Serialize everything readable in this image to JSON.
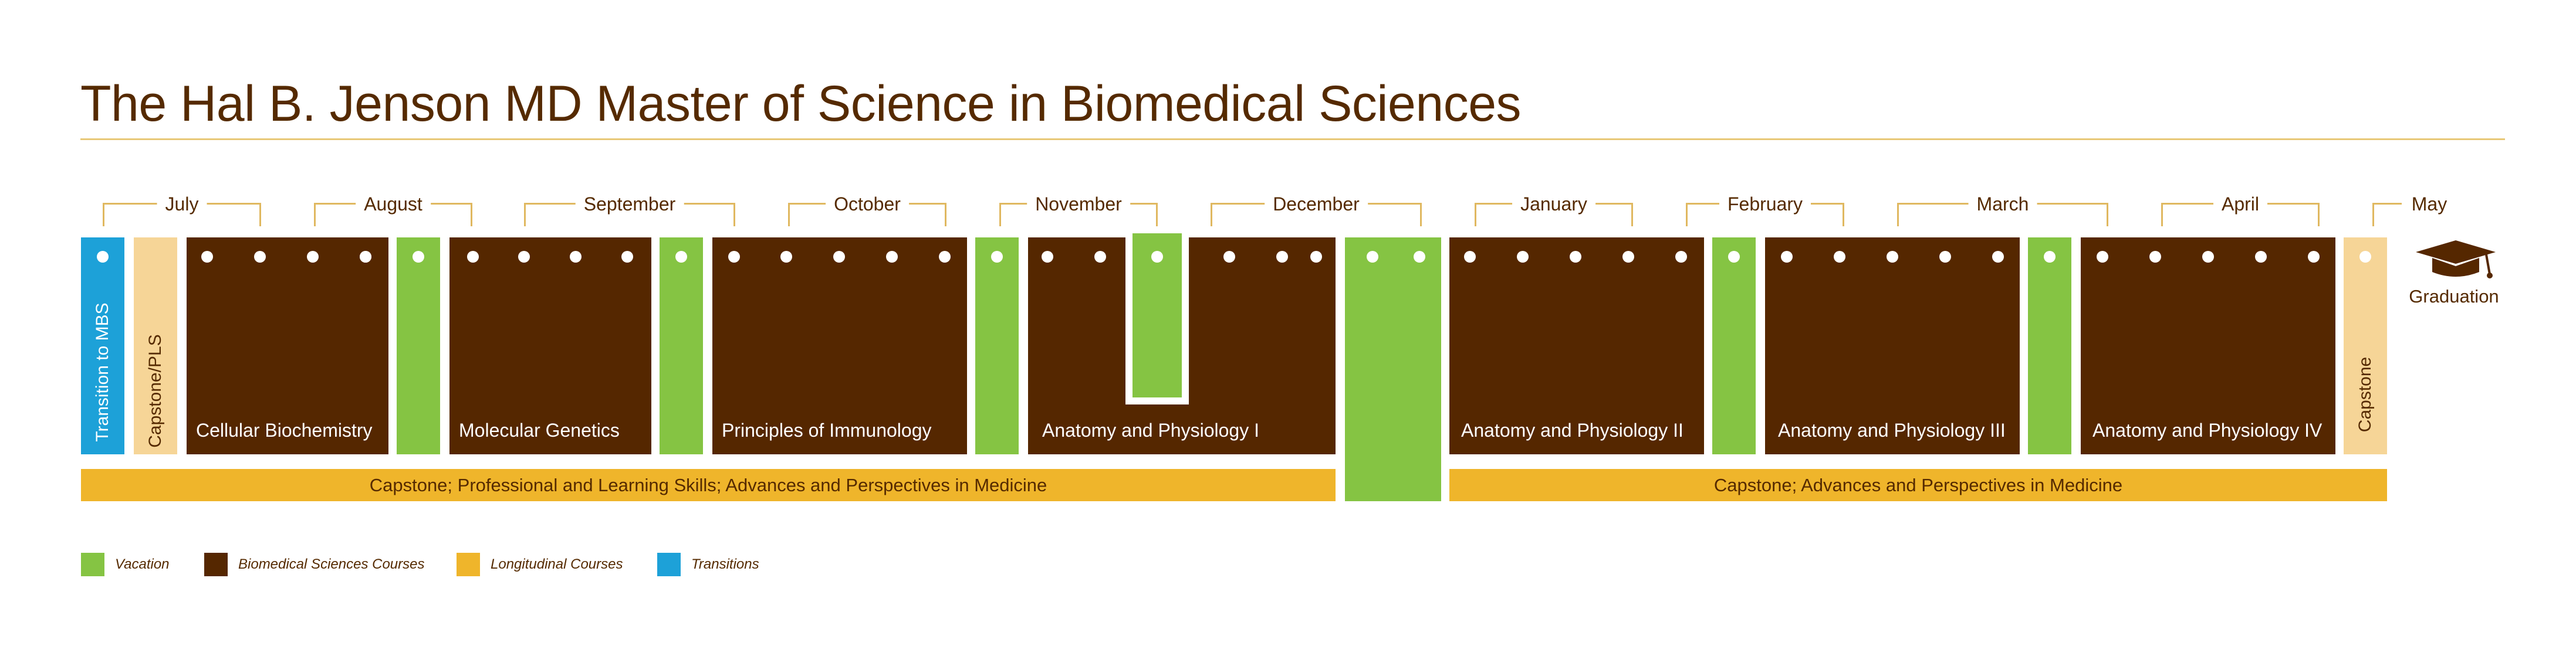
{
  "title": "The Hal B. Jenson MD Master of Science in Biomedical Sciences",
  "colors": {
    "vacation": "#85c443",
    "biomedical": "#552700",
    "longitudinal": "#efb52b",
    "transitions": "#1da1d8",
    "capstone_light": "#f6d597",
    "bracket": "#e0b860"
  },
  "months": [
    "July",
    "August",
    "September",
    "October",
    "November",
    "December",
    "January",
    "February",
    "March",
    "April",
    "May"
  ],
  "blocks": {
    "transition_to_mbs": "Transition to MBS",
    "capstone_pls": "Capstone/PLS",
    "cellular_biochemistry": "Cellular Biochemistry",
    "molecular_genetics": "Molecular Genetics",
    "principles_of_immunology": "Principles of Immunology",
    "anatomy_physiology_1": "Anatomy and Physiology I",
    "anatomy_physiology_2": "Anatomy and Physiology II",
    "anatomy_physiology_3": "Anatomy and Physiology III",
    "anatomy_physiology_4": "Anatomy and Physiology IV",
    "capstone": "Capstone"
  },
  "longitudinal": {
    "fall": "Capstone; Professional and Learning Skills; Advances and Perspectives in Medicine",
    "spring": "Capstone; Advances and Perspectives in Medicine"
  },
  "graduation": {
    "label": "Graduation",
    "icon": "graduation-cap-icon"
  },
  "legend": [
    {
      "label": "Vacation",
      "color": "#85c443"
    },
    {
      "label": "Biomedical Sciences Courses",
      "color": "#552700"
    },
    {
      "label": "Longitudinal Courses",
      "color": "#efb52b"
    },
    {
      "label": "Transitions",
      "color": "#1da1d8"
    }
  ]
}
